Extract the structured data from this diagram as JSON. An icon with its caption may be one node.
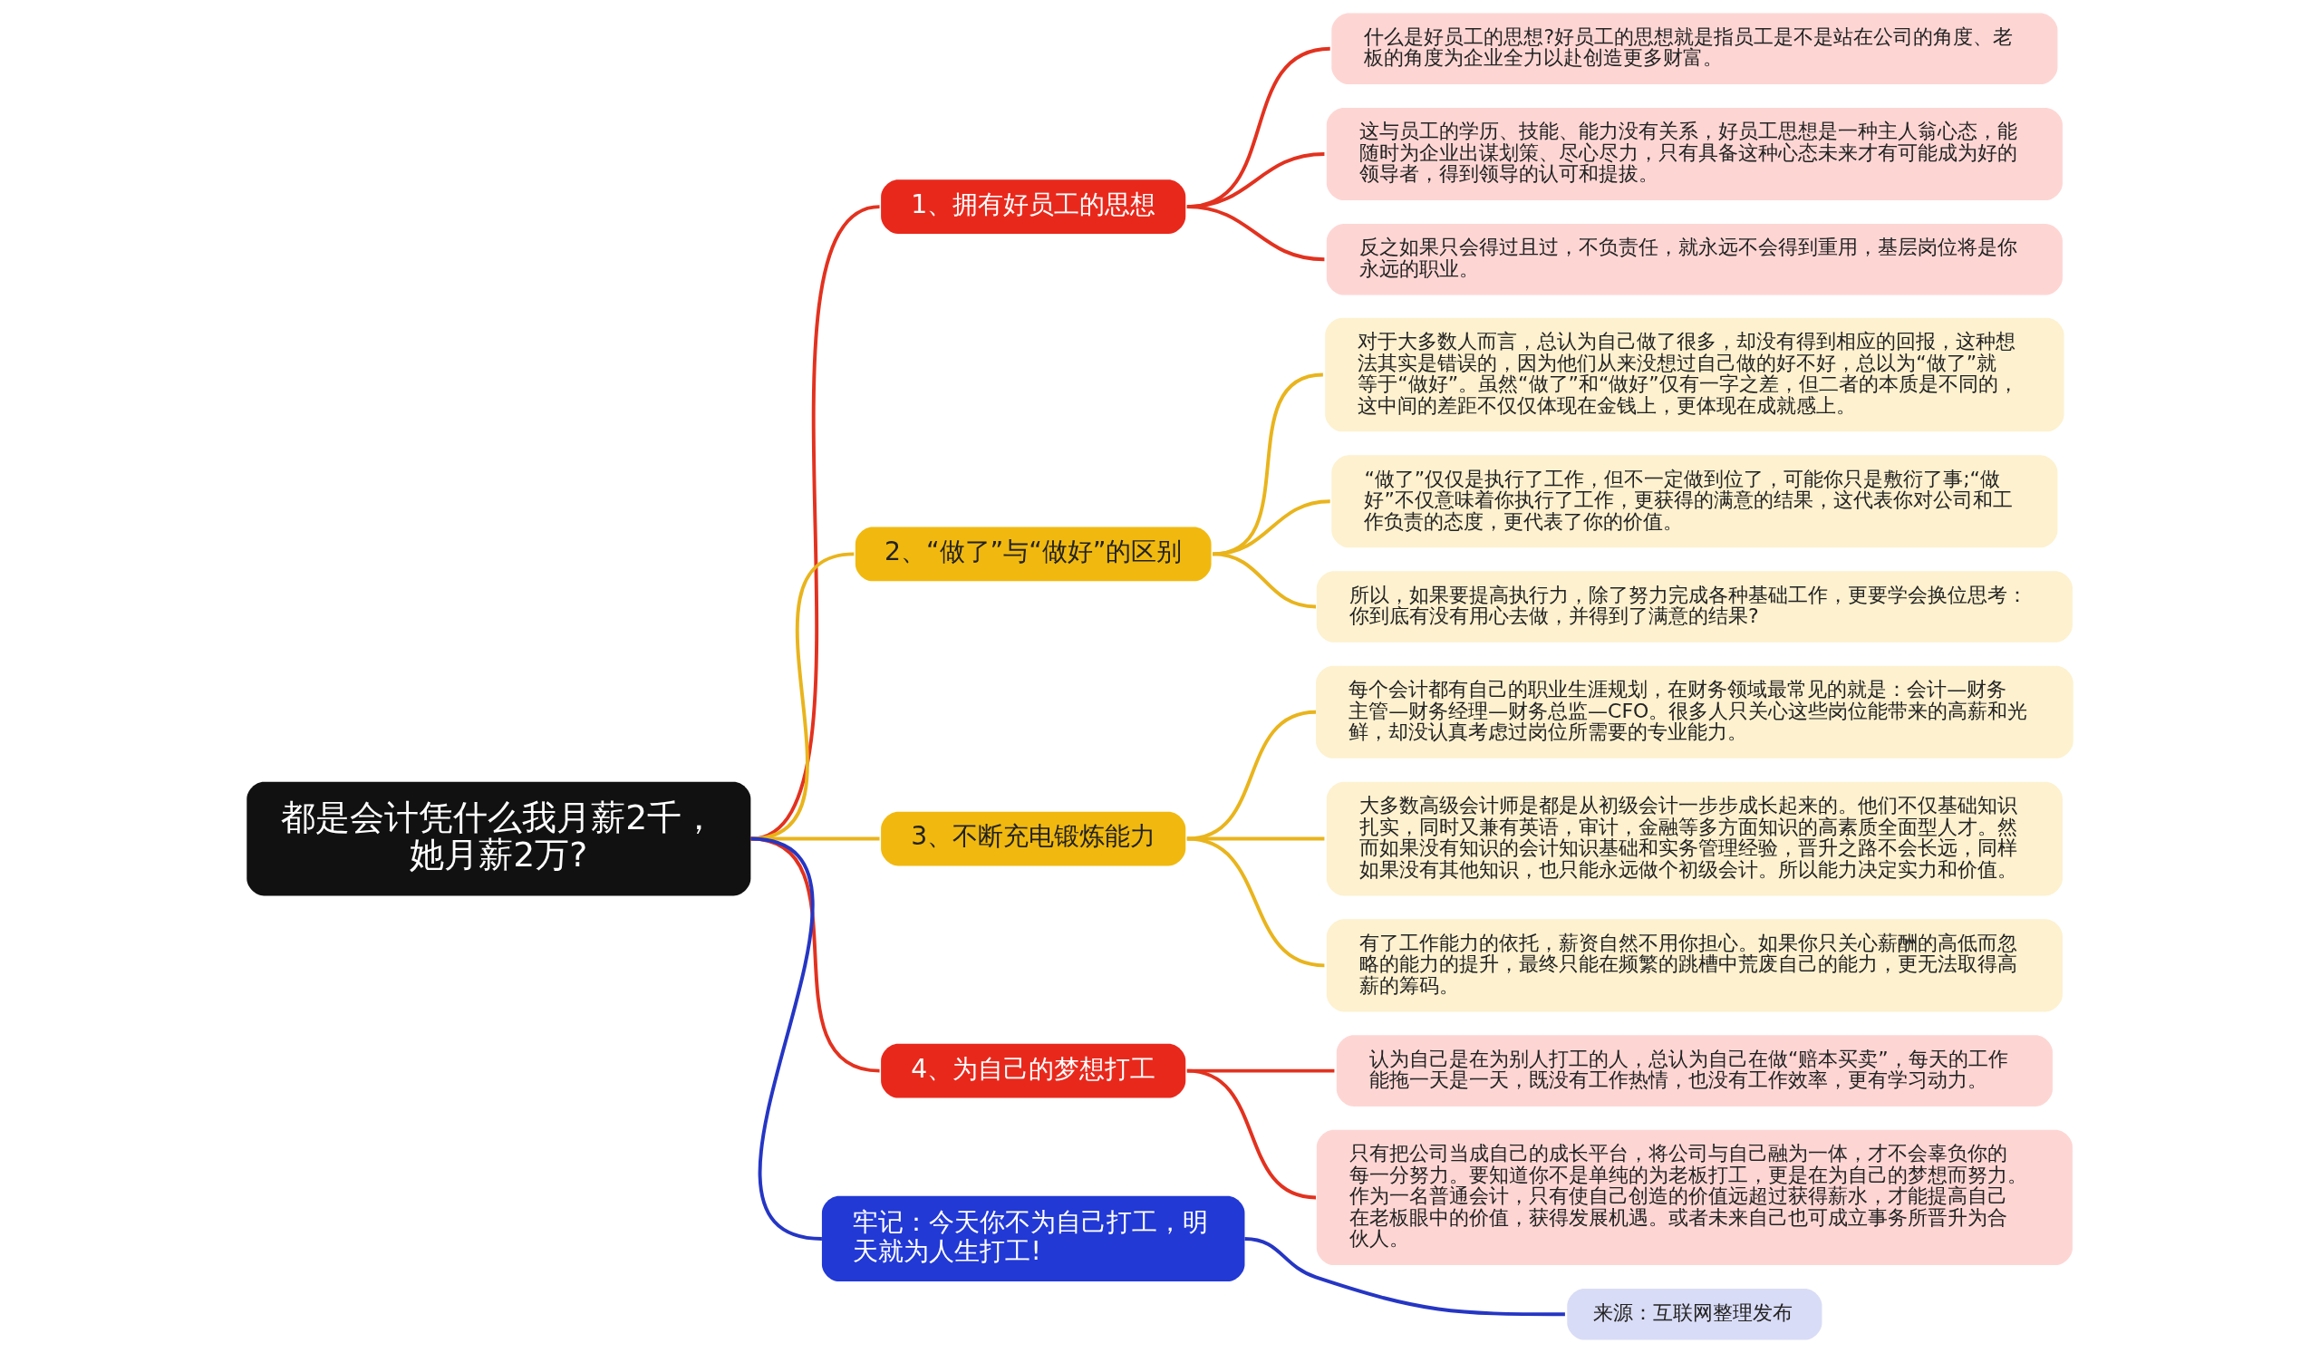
{
  "diagram": {
    "nodes": [
      {
        "text": [
          "都是会计凭什么我月薪2千，她月薪2万?"
        ]
      },
      {
        "text": [
          "1、拥有好员工的思想"
        ]
      },
      {
        "text": [
          "什么是好员工的思想?好员工的思想就是指员工是不是站在公司的角度、老板的角度为企业全力以赴创造更多财富。"
        ]
      },
      {
        "text": [
          "这与员工的学历、技能、能力没有关系，好员工思想是一种主人翁心态，能随时为企业出谋划策、尽心尽力，只有具备这种心态未来才有可能成为好的领导者，得到领导的认可和提拔。"
        ]
      },
      {
        "text": [
          "反之如果只会得过且过，不负责任，就永远不会得到重用，基层岗位将是你永远的职业。"
        ]
      },
      {
        "text": [
          "2、“做了”与“做好”的区别"
        ]
      },
      {
        "text": [
          "对于大多数人而言，总认为自己做了很多，却没有得到相应的回报，这种想法其实是错误的，因为他们从来没想过自己做的好不好，总以为“做了”就等于“做好”。虽然“做了”和“做好”仅有一字之差，但二者的本质是不同的，这中间的差距不仅仅体现在金钱上，更体现在成就感上。"
        ]
      },
      {
        "text": [
          "“做了”仅仅是执行了工作，但不一定做到位了，可能你只是敷衍了事;“做好”不仅意味着你执行了工作，更获得的满意的结果，这代表你对公司和工作负责的态度，更代表了你的价值。"
        ]
      },
      {
        "text": [
          "所以，如果要提高执行力，除了努力完成各种基础工作，更要学会换位思考：你到底有没有用心去做，并得到了满意的结果?"
        ]
      },
      {
        "text": [
          "3、不断充电锻炼能力"
        ]
      },
      {
        "text": [
          "每个会计都有自己的职业生涯规划，在财务领域最常见的就是：会计—财务主管—财务经理—财务总监—CFO。很多人只关心这些岗位能带来的高薪和光鲜，却没认真考虑过岗位所需要的专业能力。"
        ]
      },
      {
        "text": [
          "大多数高级会计师是都是从初级会计一步步成长起来的。他们不仅基础知识扎实，同时又兼有英语，审计，金融等多方面知识的高素质全面型人才。然而如果没有知识的会计知识基础和实务管理经验，晋升之路不会长远，同样如果没有其他知识，也只能永远做个初级会计。所以能力决定实力和价值。"
        ]
      },
      {
        "text": [
          "有了工作能力的依托，薪资自然不用你担心。如果你只关心薪酬的高低而忽略的能力的提升，最终只能在频繁的跳槽中荒废自己的能力，更无法取得高薪的筹码。"
        ]
      },
      {
        "text": [
          "4、为自己的梦想打工"
        ]
      },
      {
        "text": [
          "认为自己是在为别人打工的人，总认为自己在做“赔本买卖”，每天的工作能拖一天是一天，既没有工作热情，也没有工作效率，更有学习动力。"
        ]
      },
      {
        "text": [
          "只有把公司当成自己的成长平台，将公司与自己融为一体，才不会辜负你的每一分努力。要知道你不是单纯的为老板打工，更是在为自己的梦想而努力。作为一名普通会计，只有使自己创造的价值远超过获得薪水，才能提高自己在老板眼中的价值，获得发展机遇。或者未来自己也可成立事务所晋升为合伙人。"
        ]
      },
      {
        "text": [
          "牢记：今天你不为自己打工，明天就为人生打工!"
        ]
      },
      {
        "text": [
          "来源：互联网整理发布"
        ]
      }
    ],
    "edges": [
      {
        "from": 0,
        "to": 1,
        "arrow": "none",
        "color": "#e2321f"
      },
      {
        "from": 1,
        "to": 2,
        "arrow": "none",
        "color": "#e2321f"
      },
      {
        "from": 1,
        "to": 3,
        "arrow": "none",
        "color": "#e2321f"
      },
      {
        "from": 1,
        "to": 4,
        "arrow": "none",
        "color": "#e2321f"
      },
      {
        "from": 0,
        "to": 5,
        "arrow": "none"
      },
      {
        "from": 5,
        "to": 6,
        "arrow": "none"
      },
      {
        "from": 5,
        "to": 7,
        "arrow": "none"
      },
      {
        "from": 5,
        "to": 8,
        "arrow": "none"
      },
      {
        "from": 0,
        "to": 9,
        "arrow": "none"
      },
      {
        "from": 9,
        "to": 10,
        "arrow": "none"
      },
      {
        "from": 9,
        "to": 11,
        "arrow": "none"
      },
      {
        "from": 9,
        "to": 12,
        "arrow": "none"
      },
      {
        "from": 0,
        "to": 13,
        "arrow": "none",
        "color": "#e2321f"
      },
      {
        "from": 13,
        "to": 14,
        "arrow": "none",
        "color": "#e2321f"
      },
      {
        "from": 13,
        "to": 15,
        "arrow": "none",
        "color": "#e2321f"
      },
      {
        "from": 0,
        "to": 16,
        "arrow": "none",
        "color": "#2536c4"
      },
      {
        "from": 16,
        "to": 17,
        "arrow": "none",
        "color": "#2536c4"
      }
    ]
  }
}
